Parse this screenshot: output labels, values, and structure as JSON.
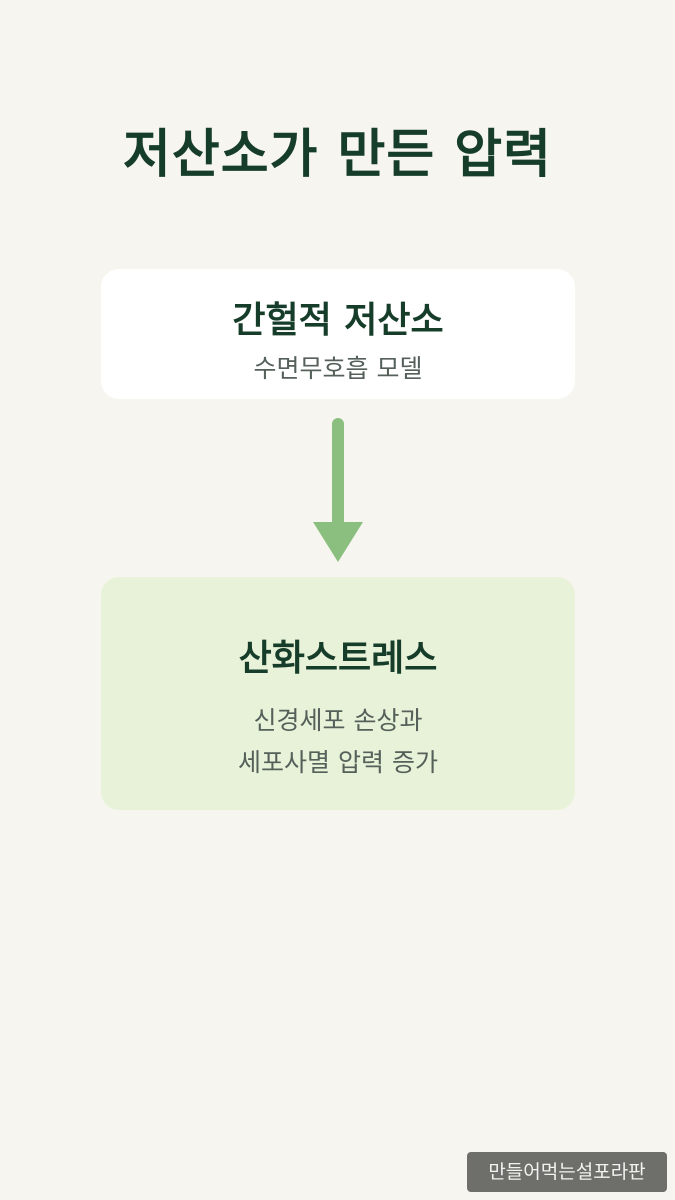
{
  "title": "저산소가 만든 압력",
  "cards": [
    {
      "title": "간헐적 저산소",
      "lines": [
        "수면무호흡 모델"
      ]
    },
    {
      "title": "산화스트레스",
      "lines": [
        "신경세포 손상과",
        "세포사멸 압력 증가"
      ]
    }
  ],
  "colors": {
    "background": "#f6f5f0",
    "title": "#163d2a",
    "card_top_bg": "#ffffff",
    "card_bottom_bg": "#e8f2d9",
    "arrow": "#8bbf7f",
    "subtext": "#55605a"
  },
  "icons": {
    "arrow": "arrow-down-icon"
  },
  "watermark": "만들어먹는설포라판"
}
